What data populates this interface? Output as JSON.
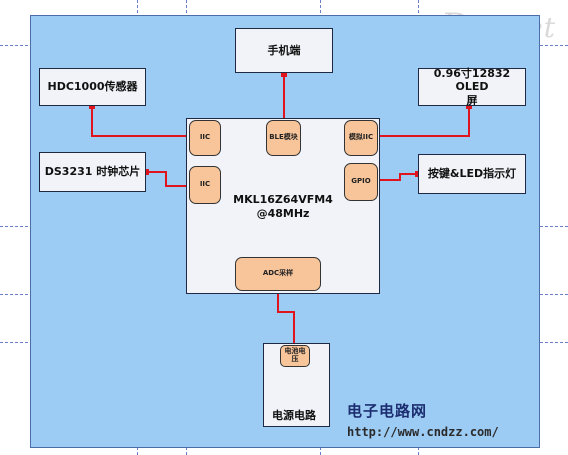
{
  "logo_text": "hacDIY.net",
  "blocks": {
    "phone": "手机端",
    "hdc1000": "HDC1000传感器",
    "oled_line1": "0.96寸12832 OLED",
    "oled_line2": "屏",
    "ds3231": "DS3231 时钟芯片",
    "keys_led": "按键&LED指示灯",
    "mcu_line1": "MKL16Z64VFM4",
    "mcu_line2": "@48MHz",
    "power": "电源电路"
  },
  "pins": {
    "iic_top": "IIC",
    "ble": "BLE模块",
    "sim_iic": "模拟IIC",
    "iic_bottom": "IIC",
    "gpio": "GPIO",
    "adc": "ADC采样",
    "battery_line1": "电池电",
    "battery_line2": "压"
  },
  "watermark": {
    "title": "电子电路网",
    "url": "http://www.cndzz.com/"
  },
  "colors": {
    "background": "#9ccbf4",
    "block_fill": "#f1f3f8",
    "pin_fill": "#f8c59b",
    "wire": "#e0141c"
  }
}
